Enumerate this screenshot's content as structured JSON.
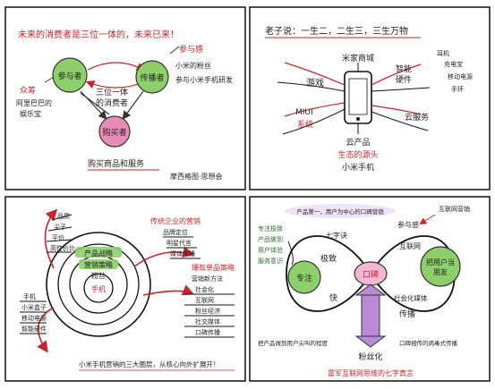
{
  "panels": {
    "p1": {
      "title": "未来的消费者是三位一体的，未来已来！",
      "node_left": "参与者",
      "node_right": "传播者",
      "node_center_line1": "三位一体",
      "node_center_line2": "的消费者",
      "node_bottom": "购买者",
      "top_right_label": "参与感",
      "top_right_note_1": "小米的粉丝",
      "top_right_note_2": "参与小米手机研发",
      "left_label_1": "众筹",
      "left_label_2": "阿里巴巴的",
      "left_label_3": "娱乐宝",
      "bottom_label": "购买商品和服务",
      "footer": "摩西格图·思想会"
    },
    "p2": {
      "title": "老子说：一生二，二生三，三生万物",
      "center_top": "米家商城",
      "left_1": "游戏",
      "left_2_line1": "MIUI",
      "left_2_line2": "系统",
      "right_1_line1": "智能",
      "right_1_line2": "硬件",
      "right_2": "云服务",
      "right_tags": [
        "耳机",
        "充电宝",
        "移动电源",
        "手环"
      ],
      "bottom_1": "云产品",
      "bottom_2": "生态的源头",
      "bottom_3": "小米手机"
    },
    "p3": {
      "ring_1": "产品战略",
      "ring_2": "营销策略",
      "ring_3": "粉丝",
      "ring_4": "手机",
      "left_items_top": [
        "品质",
        "尖子",
        "平价",
        "高性价比"
      ],
      "left_items_bottom": [
        "手机",
        "小米盒子",
        "移动电源",
        "智能硬件"
      ],
      "right_header_1": "传统企业的营销",
      "right_items_1": [
        "品牌定位",
        "明星代言",
        "媒体传播"
      ],
      "right_header_2": "爆款单品策略",
      "right_sub_2": "营销新方法",
      "right_items_2": [
        "社会化",
        "互联网",
        "粉丝经济",
        "社交媒体",
        "口碑传播"
      ],
      "footer": "小米手机营销的三大圈层，从核心向外扩展开！"
    },
    "p4": {
      "top_left": "七字诀",
      "top_note": "产品第一，用户为中心的口碑营销",
      "right_note_1": "参与感",
      "right_note_2": "互联网营销",
      "node_left": "专注",
      "node_center": "口碑",
      "node_right_1": "把用户当",
      "node_right_2": "朋友",
      "kw_1": "极致",
      "kw_2": "快",
      "kw_3": "互联网",
      "kw_4": "社会化媒体",
      "kw_5": "传播",
      "left_list": [
        "专注极致",
        "产品做到",
        "用户体验",
        "服务意识"
      ],
      "bottom_left_note": "把产品做到用户尖叫的程度",
      "bottom_right_note": "口碑相传的病毒式传播",
      "arrow_label": "粉丝化",
      "footer": "雷军互联网思维的七字真言"
    }
  }
}
